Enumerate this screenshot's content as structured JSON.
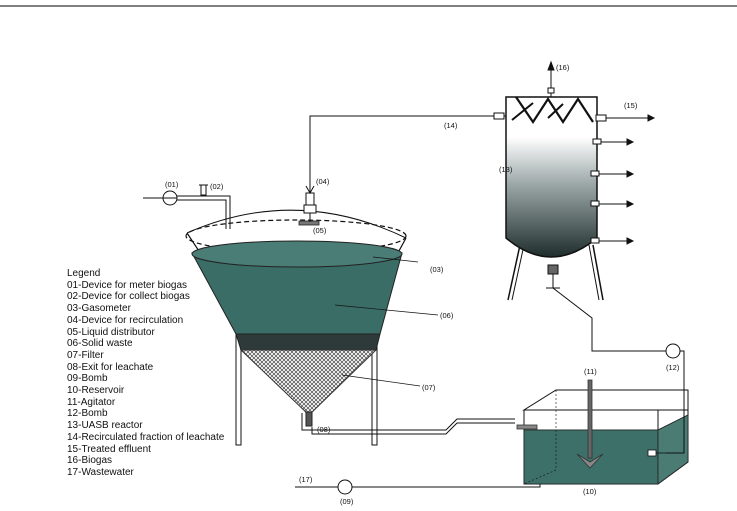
{
  "labels": {
    "l01": "(01)",
    "l02": "(02)",
    "l03": "(03)",
    "l04": "(04)",
    "l05": "(05)",
    "l06": "(06)",
    "l07": "(07)",
    "l08": "(08)",
    "l09": "(09)",
    "l10": "(10)",
    "l11": "(11)",
    "l12": "(12)",
    "l13": "(13)",
    "l14": "(14)",
    "l15": "(15)",
    "l16": "(16)",
    "l17": "(17)"
  },
  "legend": {
    "title": "Legend",
    "items": [
      "01-Device for meter biogas",
      "02-Device for collect biogas",
      "03-Gasometer",
      "04-Device for recirculation",
      "05-Liquid distributor",
      "06-Solid waste",
      "07-Filter",
      "08-Exit for leachate",
      "09-Bomb",
      "10-Reservoir",
      "11-Agitator",
      "12-Bomb",
      "13-UASB reactor",
      "14-Recirculated fraction of leachate",
      "15-Treated effluent",
      "16-Biogas",
      "17-Wastewater"
    ]
  },
  "colors": {
    "waste": "#3a6d66",
    "water": "#3d7068",
    "line": "#111111",
    "filter": "#555555"
  }
}
